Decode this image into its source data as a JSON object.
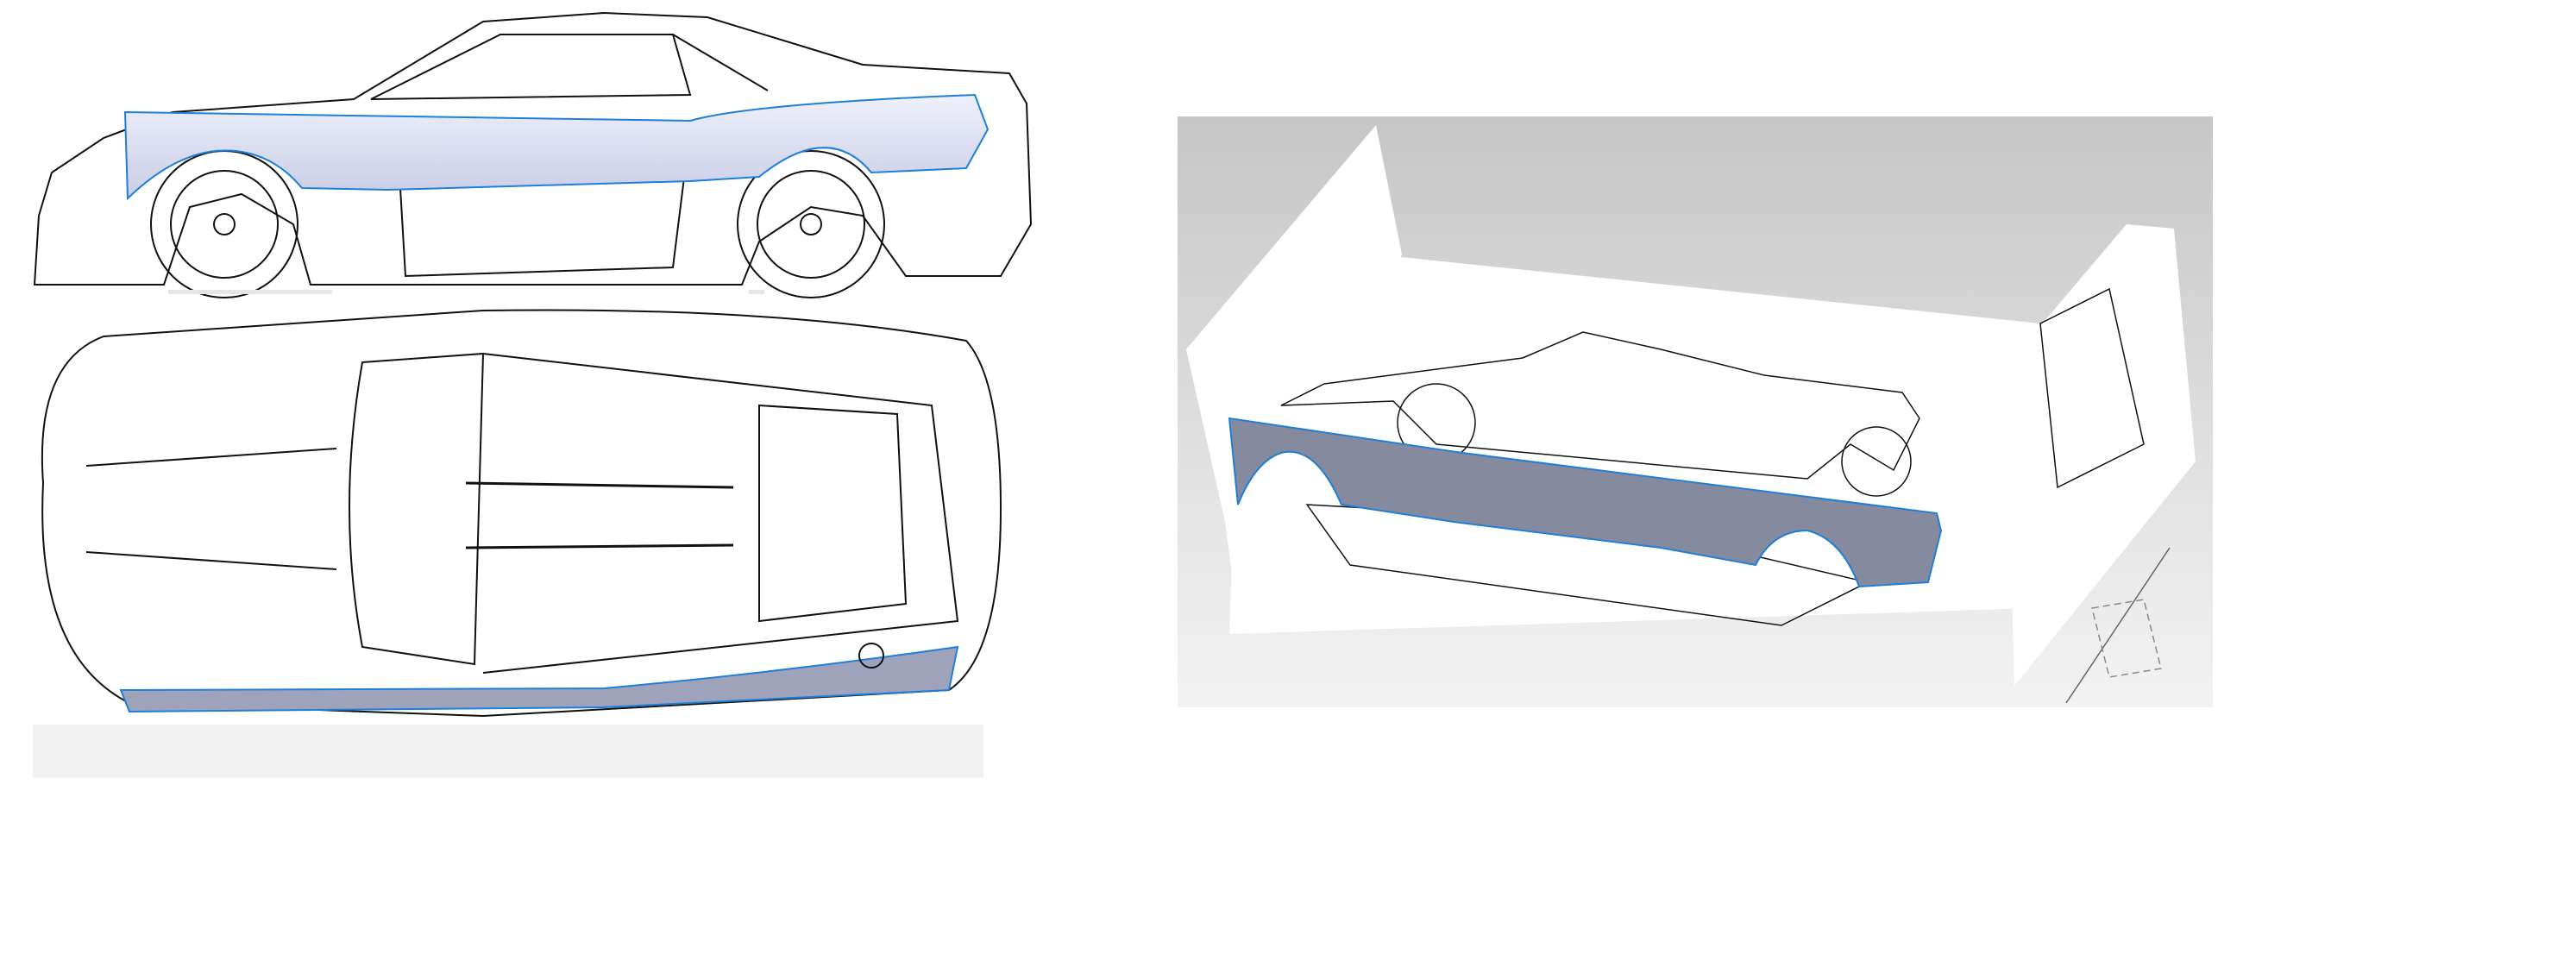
{
  "colors": {
    "surface_light": "#dfe3f5",
    "surface_dark": "#858aa0",
    "edge_blue": "#1f7fd6",
    "viewport_top": "#c6c6c6",
    "viewport_bottom": "#f3f3f3"
  },
  "views": [
    "side-view",
    "top-view",
    "3d-viewport"
  ]
}
